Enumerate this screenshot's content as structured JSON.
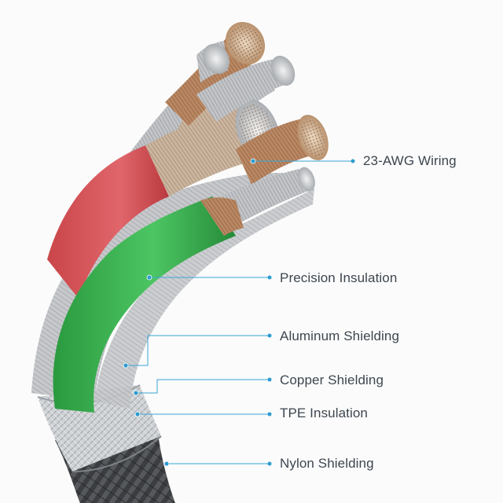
{
  "colors": {
    "callout_line": "#3aa6d6",
    "callout_dot": "#2d9bd0",
    "label_text": "#3d4650",
    "red_insulation": "#d9555a",
    "green_insulation": "#37b24d",
    "copper_strands": "#b98762",
    "aluminum_shield": "#b9bcc0",
    "tpe_ring": "#d7d9dc",
    "nylon_braid": "#3b3d40"
  },
  "callouts": [
    {
      "id": "wiring",
      "label": "23-AWG Wiring"
    },
    {
      "id": "precision",
      "label": "Precision Insulation"
    },
    {
      "id": "aluminum",
      "label": "Aluminum Shielding"
    },
    {
      "id": "copper",
      "label": "Copper Shielding"
    },
    {
      "id": "tpe",
      "label": "TPE Insulation"
    },
    {
      "id": "nylon",
      "label": "Nylon Shielding"
    }
  ],
  "icons": [
    "callout-dot-icon"
  ]
}
